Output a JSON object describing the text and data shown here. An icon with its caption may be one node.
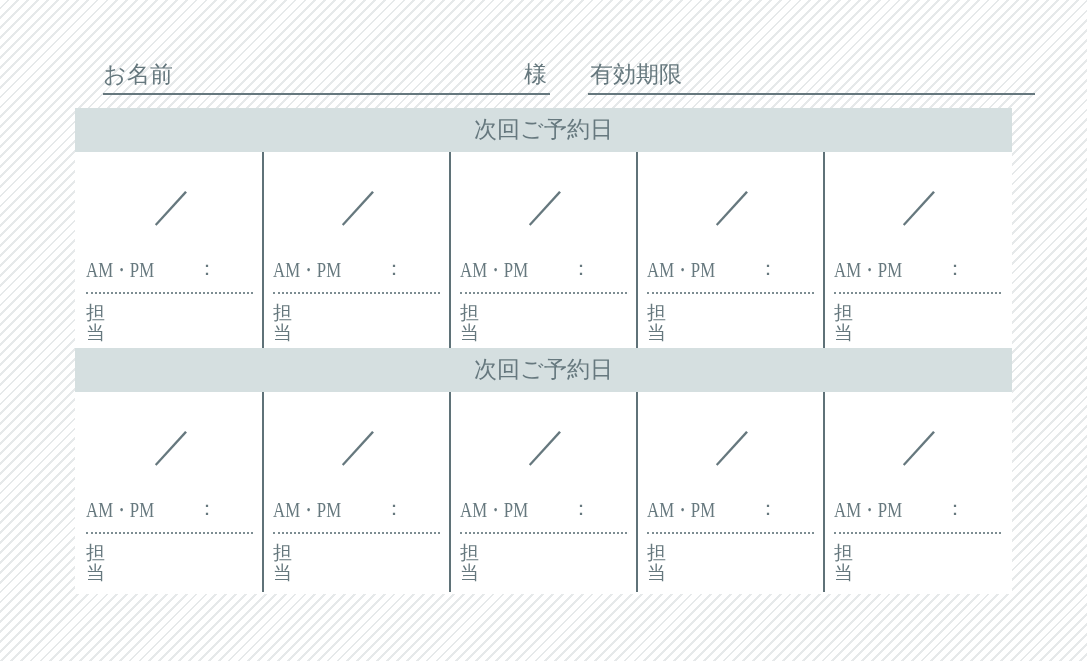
{
  "diagram": {
    "labels": [
      "お名前",
      "様",
      "有効期限",
      "次回ご予約日",
      "／",
      "AM・PM",
      "：",
      "担当",
      "／",
      "AM・PM",
      "：",
      "担当",
      "／",
      "AM・PM",
      "：",
      "担当",
      "／",
      "AM・PM",
      "：",
      "担当",
      "／",
      "AM・PM",
      "：",
      "担当",
      "次回ご予約日",
      "／",
      "AM・PM",
      "：",
      "担当",
      "／",
      "AM・PM",
      "：",
      "担当",
      "／",
      "AM・PM",
      "：",
      "担当",
      "／",
      "AM・PM",
      "：",
      "担当",
      "／",
      "AM・PM",
      "：",
      "担当"
    ]
  }
}
